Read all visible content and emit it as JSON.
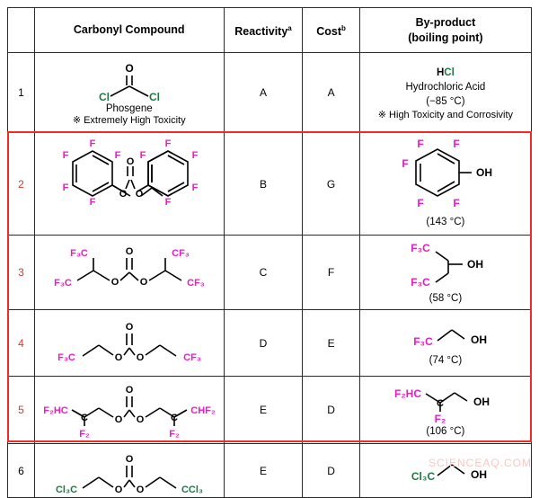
{
  "table": {
    "headers": [
      {
        "label": "",
        "name": "header-row-number"
      },
      {
        "label": "Carbonyl Compound",
        "name": "header-carbonyl-compound"
      },
      {
        "label": "Reactivity",
        "sup": "a",
        "name": "header-reactivity"
      },
      {
        "label": "Cost",
        "sup": "b",
        "name": "header-cost"
      },
      {
        "label": "By-product",
        "label2": "(boiling point)",
        "name": "header-byproduct"
      }
    ],
    "rows": [
      {
        "number": "1",
        "number_color": "#000000",
        "compound_name": "Phosgene",
        "compound_note": "※ Extremely High Toxicity",
        "compound_atoms": {
          "o": "O",
          "cl_left": "Cl",
          "cl_right": "Cl"
        },
        "reactivity": "A",
        "cost": "A",
        "byproduct_formula_h": "H",
        "byproduct_formula_cl": "Cl",
        "byproduct_name": "Hydrochloric Acid",
        "boiling_point": "(−85 °C)",
        "byproduct_note": "※ High Toxicity and Corrosivity",
        "highlighted": false
      },
      {
        "number": "2",
        "number_color": "#d03a2c",
        "compound_name": "",
        "compound_note": "",
        "reactivity": "B",
        "cost": "G",
        "byproduct_name": "",
        "boiling_point": "(143 °C)",
        "byproduct_note": "",
        "highlighted": true
      },
      {
        "number": "3",
        "number_color": "#d03a2c",
        "compound_name": "",
        "compound_note": "",
        "reactivity": "C",
        "cost": "F",
        "byproduct_name": "",
        "boiling_point": "(58 °C)",
        "byproduct_note": "",
        "highlighted": true
      },
      {
        "number": "4",
        "number_color": "#d03a2c",
        "compound_name": "",
        "compound_note": "",
        "reactivity": "D",
        "cost": "E",
        "byproduct_name": "",
        "boiling_point": "(74 °C)",
        "byproduct_note": "",
        "highlighted": true
      },
      {
        "number": "5",
        "number_color": "#d03a2c",
        "compound_name": "",
        "compound_note": "",
        "reactivity": "E",
        "cost": "D",
        "byproduct_name": "",
        "boiling_point": "(106 °C)",
        "byproduct_note": "",
        "highlighted": true
      },
      {
        "number": "6",
        "number_color": "#000000",
        "compound_name": "",
        "compound_note": "",
        "reactivity": "E",
        "cost": "D",
        "byproduct_name": "",
        "boiling_point": "",
        "byproduct_note": "",
        "highlighted": false
      }
    ]
  },
  "structure_labels": {
    "F": "F",
    "F2": "F₂",
    "F3C": "F₃C",
    "CF3": "CF₃",
    "F2HC": "F₂HC",
    "CHF2": "CHF₂",
    "Cl3C": "Cl₃C",
    "CCl3": "CCl₃",
    "O": "O",
    "OH": "OH",
    "C": "C",
    "Cl": "Cl"
  },
  "colors": {
    "fluorine": "#e81cc4",
    "chlorine": "#1a7a42",
    "highlight_border": "#ee2b24",
    "row_number_highlight": "#d03a2c",
    "grid": "#2b2b2b",
    "watermark": "#f4c9c4"
  },
  "watermark": {
    "text": "SCIENCEAQ.COM"
  }
}
